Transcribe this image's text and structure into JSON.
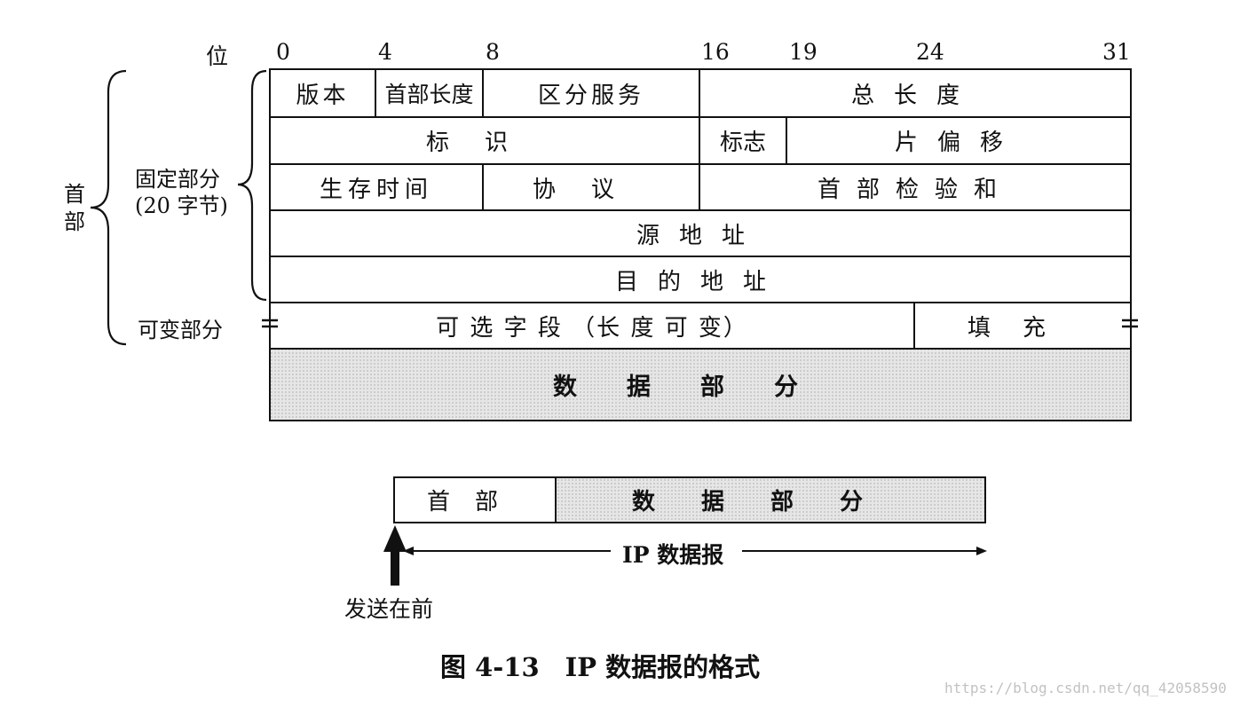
{
  "bit_axis": {
    "label": "位",
    "marks": [
      "0",
      "4",
      "8",
      "16",
      "19",
      "24",
      "31"
    ]
  },
  "side_labels": {
    "header": "首\n部",
    "fixed_part": "固定部分",
    "fixed_part_size": "(20 字节)",
    "variable_part": "可变部分"
  },
  "fields": {
    "version": "版本",
    "header_length": "首部长度",
    "diff_service": "区分服务",
    "total_length": "总长度",
    "identification": "标识",
    "flags": "标志",
    "fragment_offset": "片偏移",
    "ttl": "生存时间",
    "protocol": "协议",
    "header_checksum": "首部检验和",
    "source_address": "源地址",
    "dest_address": "目的地址",
    "options": "可 选 字 段 （长 度 可 变）",
    "padding": "填充",
    "data": "数据部分"
  },
  "bottom": {
    "header": "首部",
    "data": "数据部分",
    "datagram": "IP 数据报",
    "send_first": "发送在前"
  },
  "caption": "图 4-13　IP 数据报的格式",
  "watermark": "https://blog.csdn.net/qq_42058590"
}
